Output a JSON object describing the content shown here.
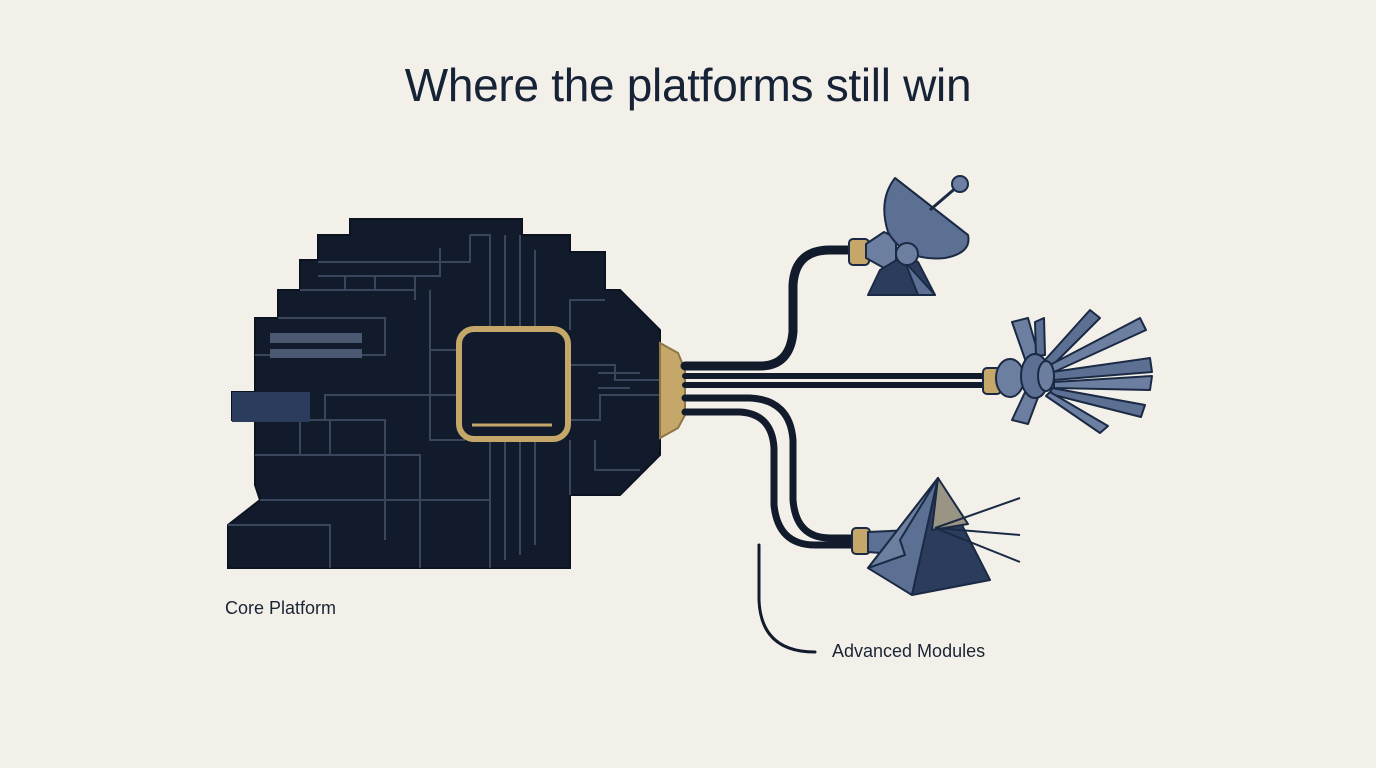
{
  "title": "Where the platforms still win",
  "labels": {
    "core": "Core Platform",
    "advanced": "Advanced Modules"
  },
  "colors": {
    "background": "#f3f0ea",
    "platform": "#121b2b",
    "platform_line": "#3a465c",
    "accent_gold": "#c5a76a",
    "module_blue": "#5b7093",
    "module_dark": "#2c3c5d",
    "text": "#162236"
  },
  "icons": [
    "satellite-dish-icon",
    "spiked-antenna-icon",
    "prism-emitter-icon"
  ]
}
